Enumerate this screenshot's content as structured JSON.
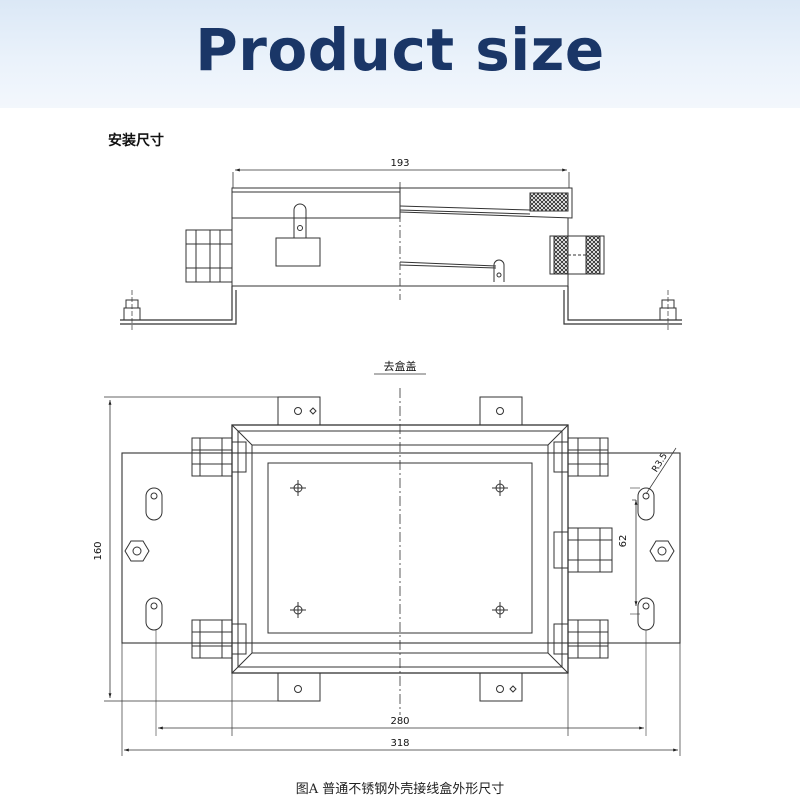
{
  "header": {
    "title": "Product size"
  },
  "side_view": {
    "label": "安装尺寸",
    "dim_width": "193"
  },
  "top_view": {
    "label": "去盒盖",
    "dim_inner_width": "280",
    "dim_outer_width": "318",
    "dim_height": "160",
    "dim_slot_spacing": "62",
    "dim_radius": "R3.5"
  },
  "caption": "图A  普通不锈钢外壳接线盒外形尺寸"
}
